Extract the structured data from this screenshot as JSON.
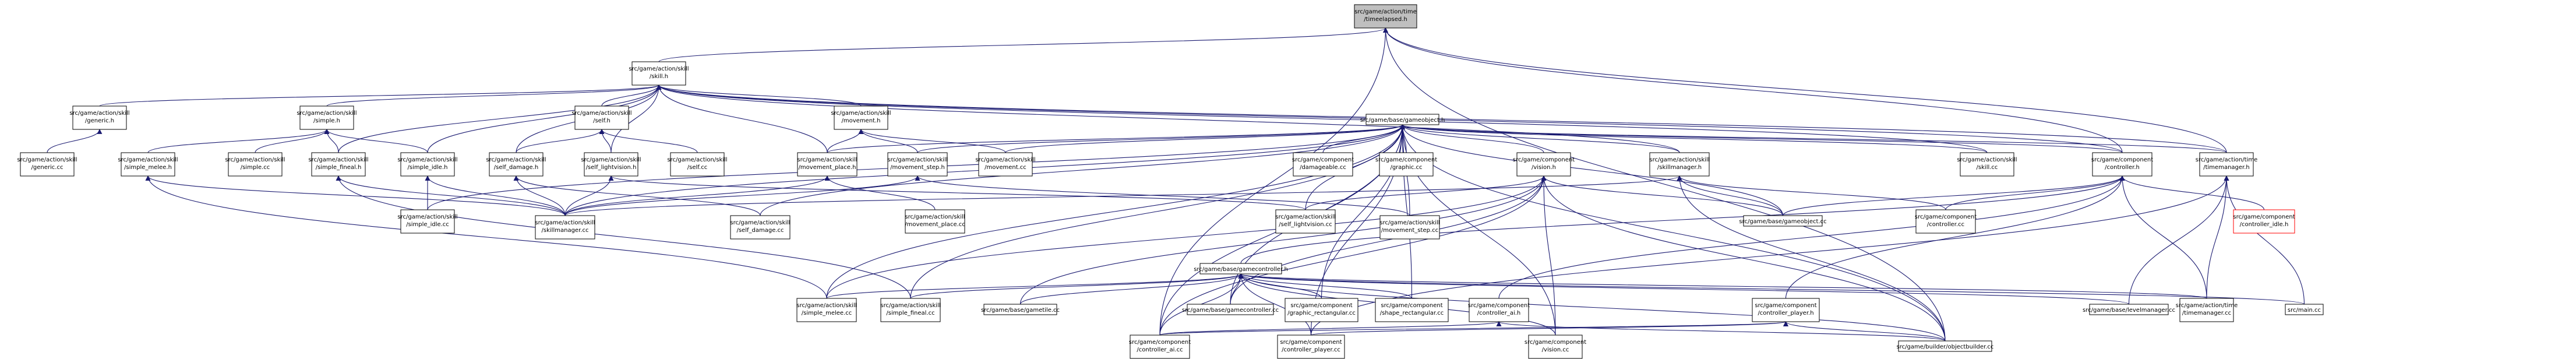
{
  "graph": {
    "nodes": [
      {
        "id": "root",
        "lines": [
          "src/game/action/time",
          "/timeelapsed.h"
        ],
        "style": "root"
      },
      {
        "id": "skill_h",
        "lines": [
          "src/game/action/skill",
          "/skill.h"
        ]
      },
      {
        "id": "gameobject_h",
        "lines": [
          "src/game/base/gameobject.h"
        ]
      },
      {
        "id": "generic_h",
        "lines": [
          "src/game/action/skill",
          "/generic.h"
        ]
      },
      {
        "id": "simple_h",
        "lines": [
          "src/game/action/skill",
          "/simple.h"
        ]
      },
      {
        "id": "self_h",
        "lines": [
          "src/game/action/skill",
          "/self.h"
        ]
      },
      {
        "id": "movement_h",
        "lines": [
          "src/game/action/skill",
          "/movement.h"
        ]
      },
      {
        "id": "generic_cc",
        "lines": [
          "src/game/action/skill",
          "/generic.cc"
        ]
      },
      {
        "id": "simple_melee_h",
        "lines": [
          "src/game/action/skill",
          "/simple_melee.h"
        ]
      },
      {
        "id": "simple_cc",
        "lines": [
          "src/game/action/skill",
          "/simple.cc"
        ]
      },
      {
        "id": "simple_fineal_h",
        "lines": [
          "src/game/action/skill",
          "/simple_fineal.h"
        ]
      },
      {
        "id": "simple_idle_h",
        "lines": [
          "src/game/action/skill",
          "/simple_idle.h"
        ]
      },
      {
        "id": "self_damage_h",
        "lines": [
          "src/game/action/skill",
          "/self_damage.h"
        ]
      },
      {
        "id": "self_lightvision_h",
        "lines": [
          "src/game/action/skill",
          "/self_lightvision.h"
        ]
      },
      {
        "id": "self_cc",
        "lines": [
          "src/game/action/skill",
          "/self.cc"
        ]
      },
      {
        "id": "movement_place_h",
        "lines": [
          "src/game/action/skill",
          "/movement_place.h"
        ]
      },
      {
        "id": "movement_step_h",
        "lines": [
          "src/game/action/skill",
          "/movement_step.h"
        ]
      },
      {
        "id": "movement_cc",
        "lines": [
          "src/game/action/skill",
          "/movement.cc"
        ]
      },
      {
        "id": "damageable_cc",
        "lines": [
          "src/game/component",
          "/damageable.cc"
        ]
      },
      {
        "id": "graphic_cc",
        "lines": [
          "src/game/component",
          "/graphic.cc"
        ]
      },
      {
        "id": "vision_h",
        "lines": [
          "src/game/component",
          "/vision.h"
        ]
      },
      {
        "id": "skillmanager_h",
        "lines": [
          "src/game/action/skill",
          "/skillmanager.h"
        ]
      },
      {
        "id": "skill_cc",
        "lines": [
          "src/game/action/skill",
          "/skill.cc"
        ]
      },
      {
        "id": "controller_h",
        "lines": [
          "src/game/component",
          "/controller.h"
        ]
      },
      {
        "id": "timemanager_h",
        "lines": [
          "src/game/action/time",
          "/timemanager.h"
        ]
      },
      {
        "id": "simple_idle_cc",
        "lines": [
          "src/game/action/skill",
          "/simple_idle.cc"
        ]
      },
      {
        "id": "skillmanager_cc",
        "lines": [
          "src/game/action/skill",
          "/skillmanager.cc"
        ]
      },
      {
        "id": "self_damage_cc",
        "lines": [
          "src/game/action/skill",
          "/self_damage.cc"
        ]
      },
      {
        "id": "movement_place_cc",
        "lines": [
          "src/game/action/skill",
          "/movement_place.cc"
        ]
      },
      {
        "id": "self_lightvision_cc",
        "lines": [
          "src/game/action/skill",
          "/self_lightvision.cc"
        ]
      },
      {
        "id": "movement_step_cc",
        "lines": [
          "src/game/action/skill",
          "/movement_step.cc"
        ]
      },
      {
        "id": "gameobject_cc",
        "lines": [
          "src/game/base/gameobject.cc"
        ]
      },
      {
        "id": "controller_cc",
        "lines": [
          "src/game/component",
          "/controller.cc"
        ]
      },
      {
        "id": "controller_idle_h",
        "lines": [
          "src/game/component",
          "/controller_idle.h"
        ],
        "style": "external"
      },
      {
        "id": "gamecontroller_h",
        "lines": [
          "src/game/base/gamecontroller.h"
        ]
      },
      {
        "id": "simple_melee_cc",
        "lines": [
          "src/game/action/skill",
          "/simple_melee.cc"
        ]
      },
      {
        "id": "simple_fineal_cc",
        "lines": [
          "src/game/action/skill",
          "/simple_fineal.cc"
        ]
      },
      {
        "id": "gametile_cc",
        "lines": [
          "src/game/base/gametile.cc"
        ]
      },
      {
        "id": "gamecontroller_cc",
        "lines": [
          "src/game/base/gamecontroller.cc"
        ]
      },
      {
        "id": "graphic_rectangular_cc",
        "lines": [
          "src/game/component",
          "/graphic_rectangular.cc"
        ]
      },
      {
        "id": "shape_rectangular_cc",
        "lines": [
          "src/game/component",
          "/shape_rectangular.cc"
        ]
      },
      {
        "id": "levelmanager_cc",
        "lines": [
          "src/game/base/levelmanager.cc"
        ]
      },
      {
        "id": "timemanager_cc",
        "lines": [
          "src/game/action/time",
          "/timemanager.cc"
        ]
      },
      {
        "id": "main_cc",
        "lines": [
          "src/main.cc"
        ]
      },
      {
        "id": "controller_ai_h",
        "lines": [
          "src/game/component",
          "/controller_ai.h"
        ]
      },
      {
        "id": "controller_player_h",
        "lines": [
          "src/game/component",
          "/controller_player.h"
        ]
      },
      {
        "id": "controller_ai_cc",
        "lines": [
          "src/game/component",
          "/controller_ai.cc"
        ]
      },
      {
        "id": "controller_player_cc",
        "lines": [
          "src/game/component",
          "/controller_player.cc"
        ]
      },
      {
        "id": "vision_cc",
        "lines": [
          "src/game/component",
          "/vision.cc"
        ]
      },
      {
        "id": "objectbuilder_cc",
        "lines": [
          "src/game/builder/objectbuilder.cc"
        ]
      }
    ],
    "edges": [
      [
        "root",
        "skill_h"
      ],
      [
        "root",
        "controller_h"
      ],
      [
        "root",
        "timemanager_h"
      ],
      [
        "root",
        "controller_ai_cc"
      ],
      [
        "root",
        "objectbuilder_cc"
      ],
      [
        "skill_h",
        "generic_h"
      ],
      [
        "skill_h",
        "simple_h"
      ],
      [
        "skill_h",
        "self_h"
      ],
      [
        "skill_h",
        "movement_h"
      ],
      [
        "skill_h",
        "skillmanager_h"
      ],
      [
        "skill_h",
        "skill_cc"
      ],
      [
        "skill_h",
        "controller_h"
      ],
      [
        "skill_h",
        "simple_fineal_h"
      ],
      [
        "skill_h",
        "simple_idle_h"
      ],
      [
        "skill_h",
        "self_damage_h"
      ],
      [
        "skill_h",
        "self_lightvision_h"
      ],
      [
        "skill_h",
        "movement_place_h"
      ],
      [
        "skill_h",
        "timemanager_h"
      ],
      [
        "generic_h",
        "generic_cc"
      ],
      [
        "simple_h",
        "simple_melee_h"
      ],
      [
        "simple_h",
        "simple_cc"
      ],
      [
        "simple_h",
        "simple_fineal_h"
      ],
      [
        "simple_h",
        "simple_idle_h"
      ],
      [
        "self_h",
        "self_damage_h"
      ],
      [
        "self_h",
        "self_lightvision_h"
      ],
      [
        "self_h",
        "self_cc"
      ],
      [
        "movement_h",
        "movement_place_h"
      ],
      [
        "movement_h",
        "movement_step_h"
      ],
      [
        "movement_h",
        "movement_cc"
      ],
      [
        "gameobject_h",
        "damageable_cc"
      ],
      [
        "gameobject_h",
        "graphic_cc"
      ],
      [
        "gameobject_h",
        "vision_h"
      ],
      [
        "gameobject_h",
        "skillmanager_h"
      ],
      [
        "gameobject_h",
        "skill_cc"
      ],
      [
        "gameobject_h",
        "controller_h"
      ],
      [
        "gameobject_h",
        "timemanager_h"
      ],
      [
        "gameobject_h",
        "movement_place_h"
      ],
      [
        "gameobject_h",
        "movement_step_h"
      ],
      [
        "gameobject_h",
        "movement_cc"
      ],
      [
        "gameobject_h",
        "skillmanager_cc"
      ],
      [
        "gameobject_h",
        "simple_idle_cc"
      ],
      [
        "gameobject_h",
        "self_damage_cc"
      ],
      [
        "gameobject_h",
        "self_lightvision_cc"
      ],
      [
        "gameobject_h",
        "movement_step_cc"
      ],
      [
        "gameobject_h",
        "gameobject_cc"
      ],
      [
        "gameobject_h",
        "gamecontroller_cc"
      ],
      [
        "gameobject_h",
        "graphic_rectangular_cc"
      ],
      [
        "gameobject_h",
        "shape_rectangular_cc"
      ],
      [
        "gameobject_h",
        "controller_ai_cc"
      ],
      [
        "gameobject_h",
        "controller_player_cc"
      ],
      [
        "gameobject_h",
        "vision_cc"
      ],
      [
        "gameobject_h",
        "objectbuilder_cc"
      ],
      [
        "gameobject_h",
        "simple_melee_cc"
      ],
      [
        "gameobject_h",
        "simple_fineal_cc"
      ],
      [
        "simple_melee_h",
        "simple_melee_cc"
      ],
      [
        "simple_melee_h",
        "skillmanager_cc"
      ],
      [
        "simple_fineal_h",
        "simple_fineal_cc"
      ],
      [
        "simple_fineal_h",
        "skillmanager_cc"
      ],
      [
        "simple_idle_h",
        "simple_idle_cc"
      ],
      [
        "simple_idle_h",
        "skillmanager_cc"
      ],
      [
        "self_damage_h",
        "self_damage_cc"
      ],
      [
        "self_damage_h",
        "skillmanager_cc"
      ],
      [
        "self_lightvision_h",
        "self_lightvision_cc"
      ],
      [
        "self_lightvision_h",
        "skillmanager_cc"
      ],
      [
        "movement_place_h",
        "movement_place_cc"
      ],
      [
        "movement_place_h",
        "skillmanager_cc"
      ],
      [
        "movement_step_h",
        "movement_step_cc"
      ],
      [
        "movement_step_h",
        "skillmanager_cc"
      ],
      [
        "vision_h",
        "self_lightvision_cc"
      ],
      [
        "vision_h",
        "gametile_cc"
      ],
      [
        "vision_h",
        "gameobject_cc"
      ],
      [
        "vision_h",
        "objectbuilder_cc"
      ],
      [
        "vision_h",
        "vision_cc"
      ],
      [
        "vision_h",
        "controller_ai_cc"
      ],
      [
        "vision_h",
        "gamecontroller_cc"
      ],
      [
        "vision_h",
        "simple_melee_cc"
      ],
      [
        "skillmanager_h",
        "skillmanager_cc"
      ],
      [
        "skillmanager_h",
        "gameobject_cc"
      ],
      [
        "skillmanager_h",
        "controller_cc"
      ],
      [
        "skillmanager_h",
        "objectbuilder_cc"
      ],
      [
        "controller_h",
        "controller_cc"
      ],
      [
        "controller_h",
        "controller_idle_h"
      ],
      [
        "controller_h",
        "controller_ai_h"
      ],
      [
        "controller_h",
        "controller_player_h"
      ],
      [
        "controller_h",
        "gameobject_cc"
      ],
      [
        "controller_h",
        "timemanager_cc"
      ],
      [
        "controller_h",
        "gamecontroller_h"
      ],
      [
        "timemanager_h",
        "timemanager_cc"
      ],
      [
        "timemanager_h",
        "main_cc"
      ],
      [
        "timemanager_h",
        "levelmanager_cc"
      ],
      [
        "timemanager_h",
        "controller_player_cc"
      ],
      [
        "gamecontroller_h",
        "gametile_cc"
      ],
      [
        "gamecontroller_h",
        "gamecontroller_cc"
      ],
      [
        "gamecontroller_h",
        "graphic_rectangular_cc"
      ],
      [
        "gamecontroller_h",
        "shape_rectangular_cc"
      ],
      [
        "gamecontroller_h",
        "levelmanager_cc"
      ],
      [
        "gamecontroller_h",
        "timemanager_cc"
      ],
      [
        "gamecontroller_h",
        "main_cc"
      ],
      [
        "gamecontroller_h",
        "controller_ai_cc"
      ],
      [
        "gamecontroller_h",
        "controller_player_cc"
      ],
      [
        "gamecontroller_h",
        "vision_cc"
      ],
      [
        "gamecontroller_h",
        "objectbuilder_cc"
      ],
      [
        "gamecontroller_h",
        "simple_melee_cc"
      ],
      [
        "gamecontroller_h",
        "simple_fineal_cc"
      ],
      [
        "controller_ai_h",
        "controller_ai_cc"
      ],
      [
        "controller_ai_h",
        "objectbuilder_cc"
      ],
      [
        "controller_player_h",
        "controller_player_cc"
      ],
      [
        "controller_player_h",
        "objectbuilder_cc"
      ],
      [
        "controller_player_h",
        "controller_ai_cc"
      ]
    ]
  }
}
